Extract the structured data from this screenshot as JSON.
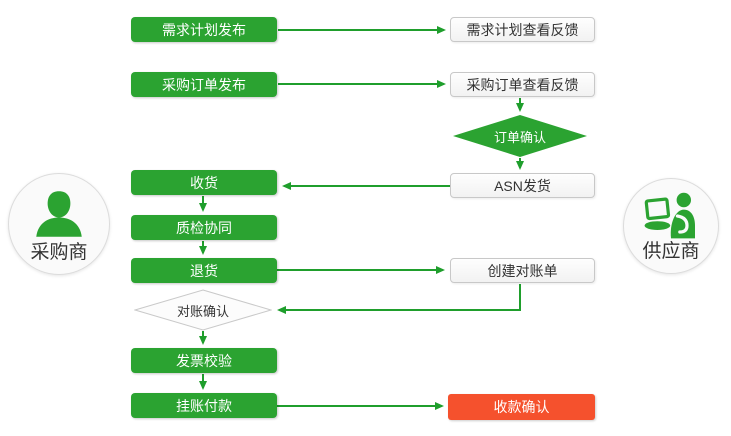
{
  "colors": {
    "green": "#2ba331",
    "arrow_green": "#1f9e2c",
    "red": "#f5512d"
  },
  "actors": {
    "buyer": {
      "label": "采购商",
      "icon": "person-icon"
    },
    "supplier": {
      "label": "供应商",
      "icon": "person-laptop-icon"
    }
  },
  "nodes": {
    "demand_plan_publish": {
      "label": "需求计划发布",
      "type": "process"
    },
    "po_publish": {
      "label": "采购订单发布",
      "type": "process"
    },
    "receive_goods": {
      "label": "收货",
      "type": "process"
    },
    "quality_collaboration": {
      "label": "质检协同",
      "type": "process"
    },
    "return_goods": {
      "label": "退货",
      "type": "process"
    },
    "reconciliation_confirm": {
      "label": "对账确认",
      "type": "decision"
    },
    "invoice_verification": {
      "label": "发票校验",
      "type": "process"
    },
    "book_payment": {
      "label": "挂账付款",
      "type": "process"
    },
    "demand_plan_feedback": {
      "label": "需求计划查看反馈",
      "type": "process"
    },
    "po_feedback": {
      "label": "采购订单查看反馈",
      "type": "process"
    },
    "order_confirm": {
      "label": "订单确认",
      "type": "decision"
    },
    "asn_shipment": {
      "label": "ASN发货",
      "type": "process"
    },
    "create_statement": {
      "label": "创建对账单",
      "type": "process"
    },
    "receipt_confirm": {
      "label": "收款确认",
      "type": "process"
    }
  }
}
